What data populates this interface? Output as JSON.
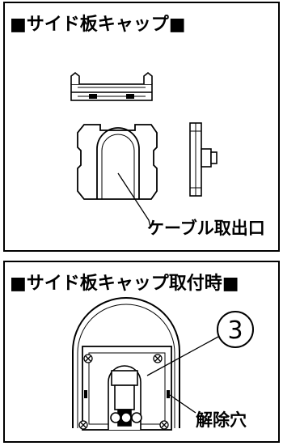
{
  "panels": {
    "top": {
      "title": "■サイド板キャップ■",
      "callout": "ケーブル取出口"
    },
    "bottom": {
      "title": "■サイド板キャップ取付時■",
      "part_number": "3",
      "callout": "解除穴"
    }
  }
}
